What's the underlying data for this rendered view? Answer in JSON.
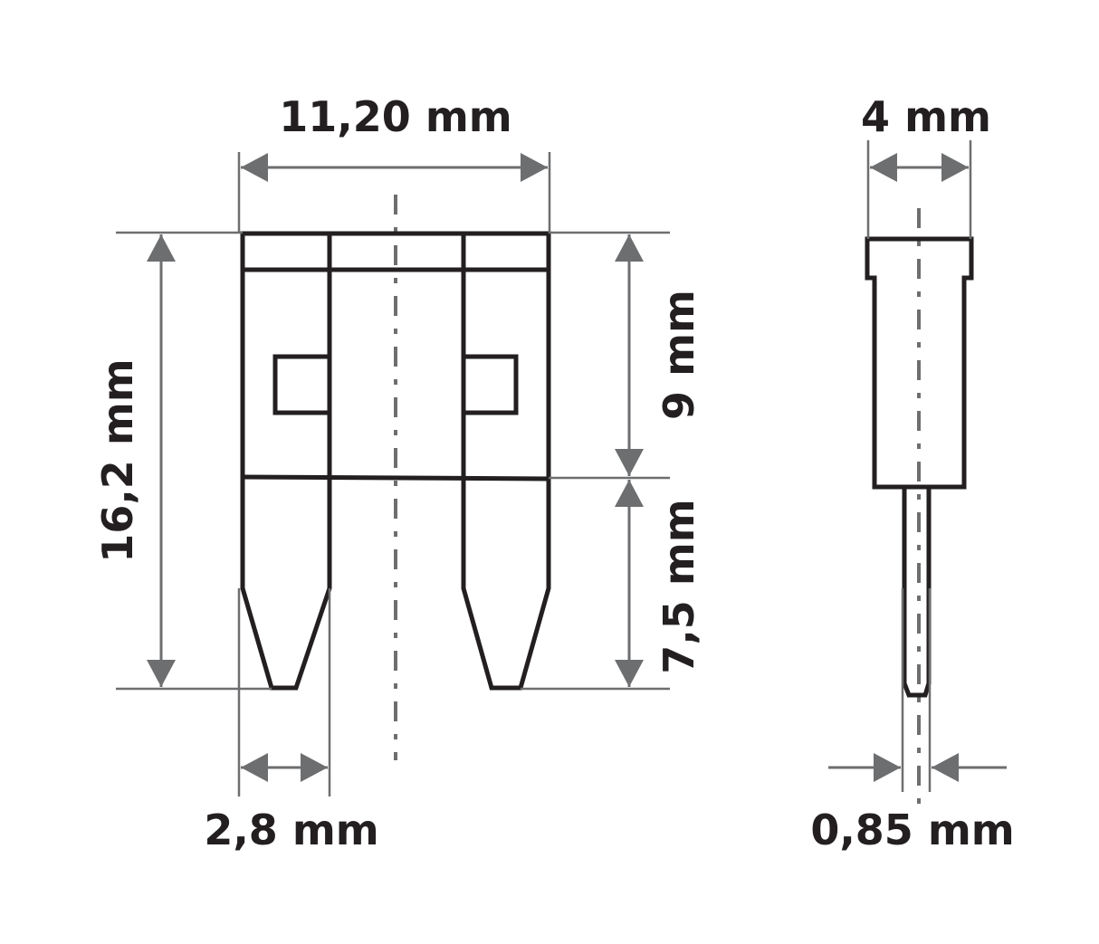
{
  "colors": {
    "outline": "#231f20",
    "dimension": "#6d6e70"
  },
  "front_view": {
    "width_label": "11,20 mm",
    "height_label": "16,2 mm",
    "body_label": "9 mm",
    "blade_length_label": "7,5 mm",
    "blade_width_label": "2,8 mm"
  },
  "side_view": {
    "thickness_label": "4 mm",
    "blade_thickness_label": "0,85 mm"
  }
}
